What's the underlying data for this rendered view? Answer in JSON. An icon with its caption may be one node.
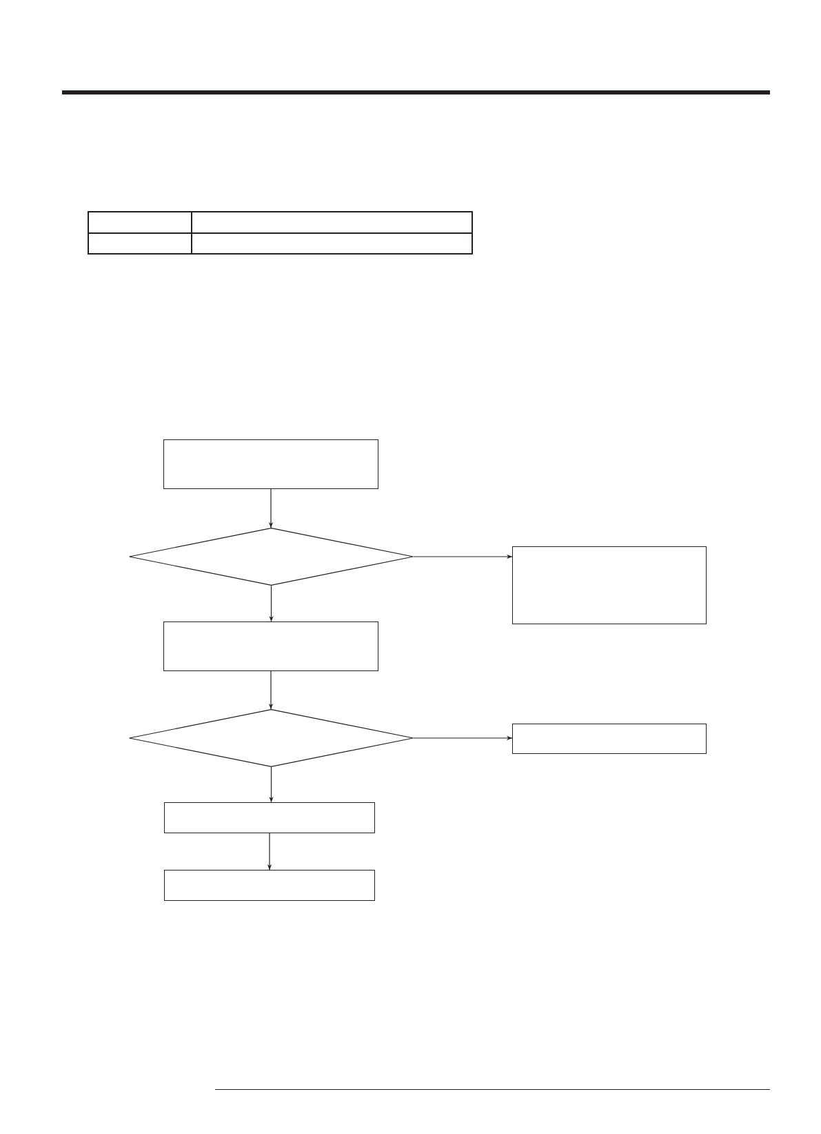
{
  "diagram": {
    "nodes": [
      {
        "text": [],
        "shape": "box"
      },
      {
        "text": [],
        "shape": "diamond"
      },
      {
        "text": [],
        "shape": "box"
      },
      {
        "text": [],
        "shape": "box"
      },
      {
        "text": [],
        "shape": "diamond"
      },
      {
        "text": [],
        "shape": "box"
      },
      {
        "text": [],
        "shape": "box"
      },
      {
        "text": [],
        "shape": "box"
      }
    ],
    "edges": [
      {
        "from": 0,
        "to": 1,
        "arrow": "to"
      },
      {
        "from": 1,
        "to": 2,
        "arrow": "to"
      },
      {
        "from": 1,
        "to": 3,
        "arrow": "to"
      },
      {
        "from": 3,
        "to": 4,
        "arrow": "to"
      },
      {
        "from": 4,
        "to": 5,
        "arrow": "to"
      },
      {
        "from": 4,
        "to": 6,
        "arrow": "to"
      },
      {
        "from": 6,
        "to": 7,
        "arrow": "to"
      }
    ]
  }
}
